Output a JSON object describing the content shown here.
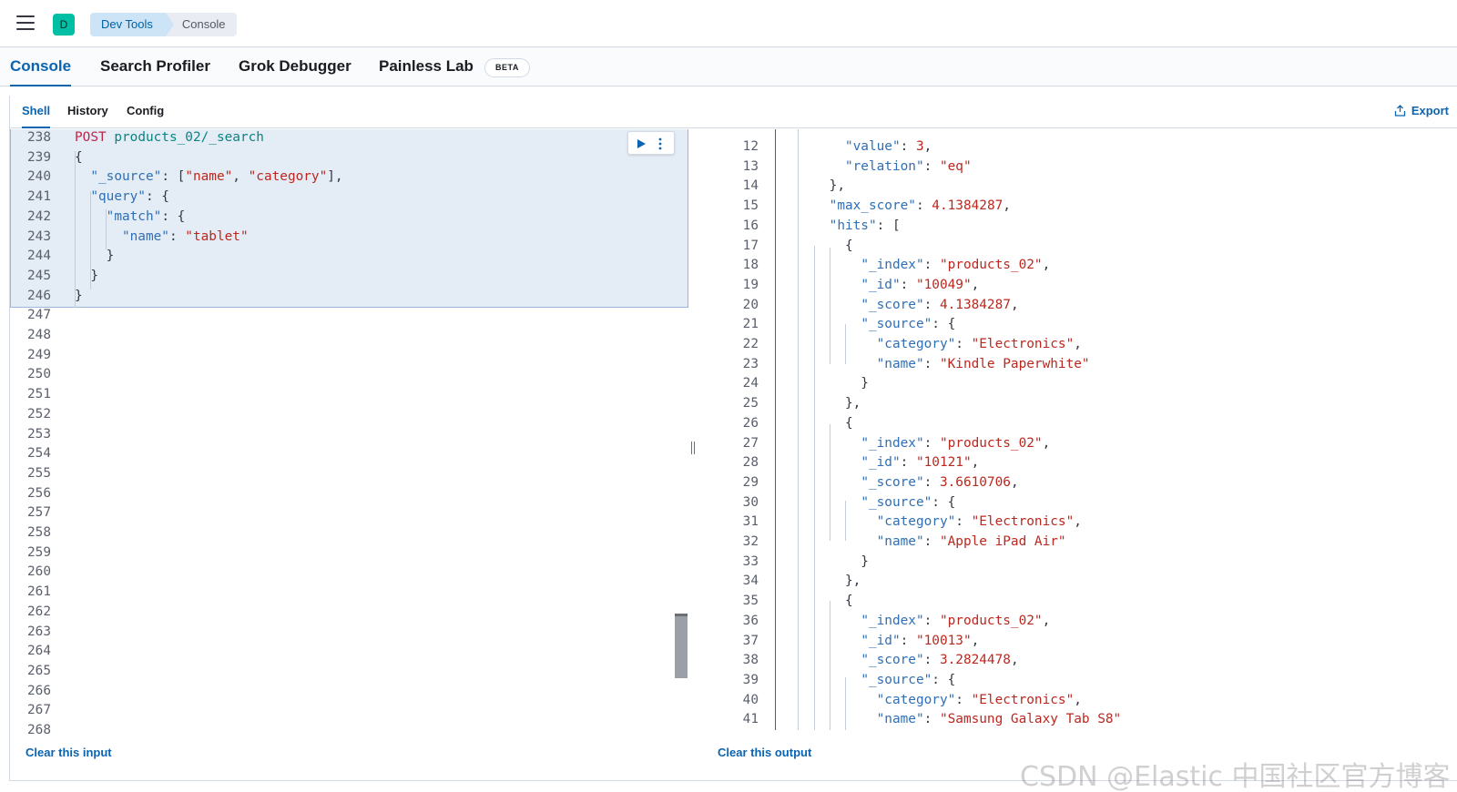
{
  "header": {
    "space_initial": "D",
    "breadcrumbs": [
      "Dev Tools",
      "Console"
    ]
  },
  "tabs": [
    "Console",
    "Search Profiler",
    "Grok Debugger",
    "Painless Lab"
  ],
  "beta_badge": "BETA",
  "subtabs": [
    "Shell",
    "History",
    "Config"
  ],
  "export_label": "Export",
  "editor": {
    "lines": [
      {
        "n": "238",
        "parts": [
          [
            "method",
            "POST"
          ],
          [
            "punc",
            " "
          ],
          [
            "url",
            "products_02/_search"
          ]
        ]
      },
      {
        "n": "239",
        "parts": [
          [
            "punc",
            "{"
          ]
        ]
      },
      {
        "n": "240",
        "parts": [
          [
            "punc",
            "  "
          ],
          [
            "key",
            "\"_source\""
          ],
          [
            "punc",
            ": ["
          ],
          [
            "str",
            "\"name\""
          ],
          [
            "punc",
            ", "
          ],
          [
            "str",
            "\"category\""
          ],
          [
            "punc",
            "],"
          ]
        ]
      },
      {
        "n": "241",
        "parts": [
          [
            "punc",
            "  "
          ],
          [
            "key",
            "\"query\""
          ],
          [
            "punc",
            ": {"
          ]
        ]
      },
      {
        "n": "242",
        "parts": [
          [
            "punc",
            "    "
          ],
          [
            "key",
            "\"match\""
          ],
          [
            "punc",
            ": {"
          ]
        ]
      },
      {
        "n": "243",
        "parts": [
          [
            "punc",
            "      "
          ],
          [
            "key",
            "\"name\""
          ],
          [
            "punc",
            ": "
          ],
          [
            "str",
            "\"tablet\""
          ]
        ]
      },
      {
        "n": "244",
        "parts": [
          [
            "punc",
            "    }"
          ]
        ]
      },
      {
        "n": "245",
        "parts": [
          [
            "punc",
            "  }"
          ]
        ]
      },
      {
        "n": "246",
        "parts": [
          [
            "punc",
            "}"
          ]
        ]
      },
      {
        "n": "247",
        "parts": []
      },
      {
        "n": "248",
        "parts": []
      },
      {
        "n": "249",
        "parts": []
      },
      {
        "n": "250",
        "parts": []
      },
      {
        "n": "251",
        "parts": []
      },
      {
        "n": "252",
        "parts": []
      },
      {
        "n": "253",
        "parts": []
      },
      {
        "n": "254",
        "parts": []
      },
      {
        "n": "255",
        "parts": []
      },
      {
        "n": "256",
        "parts": []
      },
      {
        "n": "257",
        "parts": []
      },
      {
        "n": "258",
        "parts": []
      },
      {
        "n": "259",
        "parts": []
      },
      {
        "n": "260",
        "parts": []
      },
      {
        "n": "261",
        "parts": []
      },
      {
        "n": "262",
        "parts": []
      },
      {
        "n": "263",
        "parts": []
      },
      {
        "n": "264",
        "parts": []
      },
      {
        "n": "265",
        "parts": []
      },
      {
        "n": "266",
        "parts": []
      },
      {
        "n": "267",
        "parts": []
      },
      {
        "n": "268",
        "parts": []
      }
    ]
  },
  "output": {
    "lines": [
      {
        "n": "12",
        "parts": [
          [
            "punc",
            "      "
          ],
          [
            "key",
            "\"value\""
          ],
          [
            "punc",
            ": "
          ],
          [
            "num",
            "3"
          ],
          [
            "punc",
            ","
          ]
        ]
      },
      {
        "n": "13",
        "parts": [
          [
            "punc",
            "      "
          ],
          [
            "key",
            "\"relation\""
          ],
          [
            "punc",
            ": "
          ],
          [
            "str",
            "\"eq\""
          ]
        ]
      },
      {
        "n": "14",
        "parts": [
          [
            "punc",
            "    },"
          ]
        ]
      },
      {
        "n": "15",
        "parts": [
          [
            "punc",
            "    "
          ],
          [
            "key",
            "\"max_score\""
          ],
          [
            "punc",
            ": "
          ],
          [
            "num",
            "4.1384287"
          ],
          [
            "punc",
            ","
          ]
        ]
      },
      {
        "n": "16",
        "parts": [
          [
            "punc",
            "    "
          ],
          [
            "key",
            "\"hits\""
          ],
          [
            "punc",
            ": ["
          ]
        ]
      },
      {
        "n": "17",
        "parts": [
          [
            "punc",
            "      {"
          ]
        ]
      },
      {
        "n": "18",
        "parts": [
          [
            "punc",
            "        "
          ],
          [
            "key",
            "\"_index\""
          ],
          [
            "punc",
            ": "
          ],
          [
            "str",
            "\"products_02\""
          ],
          [
            "punc",
            ","
          ]
        ]
      },
      {
        "n": "19",
        "parts": [
          [
            "punc",
            "        "
          ],
          [
            "key",
            "\"_id\""
          ],
          [
            "punc",
            ": "
          ],
          [
            "str",
            "\"10049\""
          ],
          [
            "punc",
            ","
          ]
        ]
      },
      {
        "n": "20",
        "parts": [
          [
            "punc",
            "        "
          ],
          [
            "key",
            "\"_score\""
          ],
          [
            "punc",
            ": "
          ],
          [
            "num",
            "4.1384287"
          ],
          [
            "punc",
            ","
          ]
        ]
      },
      {
        "n": "21",
        "parts": [
          [
            "punc",
            "        "
          ],
          [
            "key",
            "\"_source\""
          ],
          [
            "punc",
            ": {"
          ]
        ]
      },
      {
        "n": "22",
        "parts": [
          [
            "punc",
            "          "
          ],
          [
            "key",
            "\"category\""
          ],
          [
            "punc",
            ": "
          ],
          [
            "str",
            "\"Electronics\""
          ],
          [
            "punc",
            ","
          ]
        ]
      },
      {
        "n": "23",
        "parts": [
          [
            "punc",
            "          "
          ],
          [
            "key",
            "\"name\""
          ],
          [
            "punc",
            ": "
          ],
          [
            "str",
            "\"Kindle Paperwhite\""
          ]
        ]
      },
      {
        "n": "24",
        "parts": [
          [
            "punc",
            "        }"
          ]
        ]
      },
      {
        "n": "25",
        "parts": [
          [
            "punc",
            "      },"
          ]
        ]
      },
      {
        "n": "26",
        "parts": [
          [
            "punc",
            "      {"
          ]
        ]
      },
      {
        "n": "27",
        "parts": [
          [
            "punc",
            "        "
          ],
          [
            "key",
            "\"_index\""
          ],
          [
            "punc",
            ": "
          ],
          [
            "str",
            "\"products_02\""
          ],
          [
            "punc",
            ","
          ]
        ]
      },
      {
        "n": "28",
        "parts": [
          [
            "punc",
            "        "
          ],
          [
            "key",
            "\"_id\""
          ],
          [
            "punc",
            ": "
          ],
          [
            "str",
            "\"10121\""
          ],
          [
            "punc",
            ","
          ]
        ]
      },
      {
        "n": "29",
        "parts": [
          [
            "punc",
            "        "
          ],
          [
            "key",
            "\"_score\""
          ],
          [
            "punc",
            ": "
          ],
          [
            "num",
            "3.6610706"
          ],
          [
            "punc",
            ","
          ]
        ]
      },
      {
        "n": "30",
        "parts": [
          [
            "punc",
            "        "
          ],
          [
            "key",
            "\"_source\""
          ],
          [
            "punc",
            ": {"
          ]
        ]
      },
      {
        "n": "31",
        "parts": [
          [
            "punc",
            "          "
          ],
          [
            "key",
            "\"category\""
          ],
          [
            "punc",
            ": "
          ],
          [
            "str",
            "\"Electronics\""
          ],
          [
            "punc",
            ","
          ]
        ]
      },
      {
        "n": "32",
        "parts": [
          [
            "punc",
            "          "
          ],
          [
            "key",
            "\"name\""
          ],
          [
            "punc",
            ": "
          ],
          [
            "str",
            "\"Apple iPad Air\""
          ]
        ]
      },
      {
        "n": "33",
        "parts": [
          [
            "punc",
            "        }"
          ]
        ]
      },
      {
        "n": "34",
        "parts": [
          [
            "punc",
            "      },"
          ]
        ]
      },
      {
        "n": "35",
        "parts": [
          [
            "punc",
            "      {"
          ]
        ]
      },
      {
        "n": "36",
        "parts": [
          [
            "punc",
            "        "
          ],
          [
            "key",
            "\"_index\""
          ],
          [
            "punc",
            ": "
          ],
          [
            "str",
            "\"products_02\""
          ],
          [
            "punc",
            ","
          ]
        ]
      },
      {
        "n": "37",
        "parts": [
          [
            "punc",
            "        "
          ],
          [
            "key",
            "\"_id\""
          ],
          [
            "punc",
            ": "
          ],
          [
            "str",
            "\"10013\""
          ],
          [
            "punc",
            ","
          ]
        ]
      },
      {
        "n": "38",
        "parts": [
          [
            "punc",
            "        "
          ],
          [
            "key",
            "\"_score\""
          ],
          [
            "punc",
            ": "
          ],
          [
            "num",
            "3.2824478"
          ],
          [
            "punc",
            ","
          ]
        ]
      },
      {
        "n": "39",
        "parts": [
          [
            "punc",
            "        "
          ],
          [
            "key",
            "\"_source\""
          ],
          [
            "punc",
            ": {"
          ]
        ]
      },
      {
        "n": "40",
        "parts": [
          [
            "punc",
            "          "
          ],
          [
            "key",
            "\"category\""
          ],
          [
            "punc",
            ": "
          ],
          [
            "str",
            "\"Electronics\""
          ],
          [
            "punc",
            ","
          ]
        ]
      },
      {
        "n": "41",
        "parts": [
          [
            "punc",
            "          "
          ],
          [
            "key",
            "\"name\""
          ],
          [
            "punc",
            ": "
          ],
          [
            "str",
            "\"Samsung Galaxy Tab S8\""
          ]
        ]
      }
    ]
  },
  "clear_input_label": "Clear this input",
  "clear_output_label": "Clear this output",
  "watermark": "CSDN @Elastic 中国社区官方博客",
  "colors": {
    "accent": "#0b64b0",
    "method": "#c0274b",
    "url": "#0b8380",
    "key": "#2f6fb5",
    "string": "#bd271e",
    "selection": "#e4ecf5"
  }
}
